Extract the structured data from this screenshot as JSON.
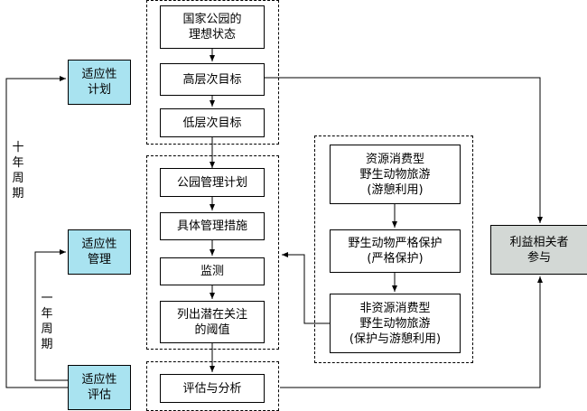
{
  "side": {
    "plan": "适应性\n计划",
    "manage": "适应性\n管理",
    "assess": "适应性\n评估"
  },
  "cycles": {
    "ten_year": "十年周期",
    "one_year": "一年周期"
  },
  "center_top": {
    "ideal_state": "国家公园的\n理想状态",
    "high_goal": "高层次目标",
    "low_goal": "低层次目标"
  },
  "center_mid": {
    "mgmt_plan": "公园管理计划",
    "measures": "具体管理措施",
    "monitor": "监测",
    "threshold": "列出潜在关注\n的阈值"
  },
  "center_bottom": {
    "evaluate": "评估与分析"
  },
  "right_group": {
    "consumptive": "资源消费型\n野生动物旅游\n(游憩利用)",
    "strict": "野生动物严格保护\n(严格保护)",
    "non_consumptive": "非资源消费型\n野生动物旅游\n(保护与游憩利用)"
  },
  "stakeholder": "利益相关者\n参与"
}
